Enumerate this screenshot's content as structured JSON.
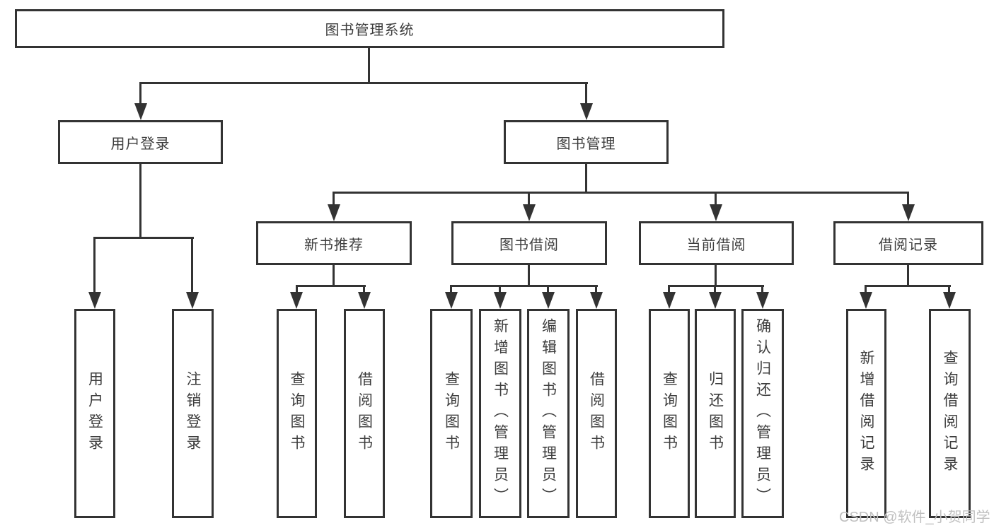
{
  "diagram": {
    "type": "tree",
    "root": {
      "label": "图书管理系统",
      "children": [
        {
          "label": "用户登录",
          "children": [
            {
              "label": "用户登录"
            },
            {
              "label": "注销登录"
            }
          ]
        },
        {
          "label": "图书管理",
          "children": [
            {
              "label": "新书推荐",
              "children": [
                {
                  "label": "查询图书"
                },
                {
                  "label": "借阅图书"
                }
              ]
            },
            {
              "label": "图书借阅",
              "children": [
                {
                  "label": "查询图书"
                },
                {
                  "label": "新增图书（管理员）"
                },
                {
                  "label": "编辑图书（管理员）"
                },
                {
                  "label": "借阅图书"
                }
              ]
            },
            {
              "label": "当前借阅",
              "children": [
                {
                  "label": "查询图书"
                },
                {
                  "label": "归还图书"
                },
                {
                  "label": "确认归还（管理员）"
                }
              ]
            },
            {
              "label": "借阅记录",
              "children": [
                {
                  "label": "新增借阅记录"
                },
                {
                  "label": "查询借阅记录"
                }
              ]
            }
          ]
        }
      ]
    },
    "colors": {
      "line": "#333333",
      "text": "#3d3d3d",
      "box_background": "#ffffff",
      "watermark": "#c0c0c0"
    }
  },
  "watermark": {
    "text": "CSDN @软件_小贺同学"
  }
}
